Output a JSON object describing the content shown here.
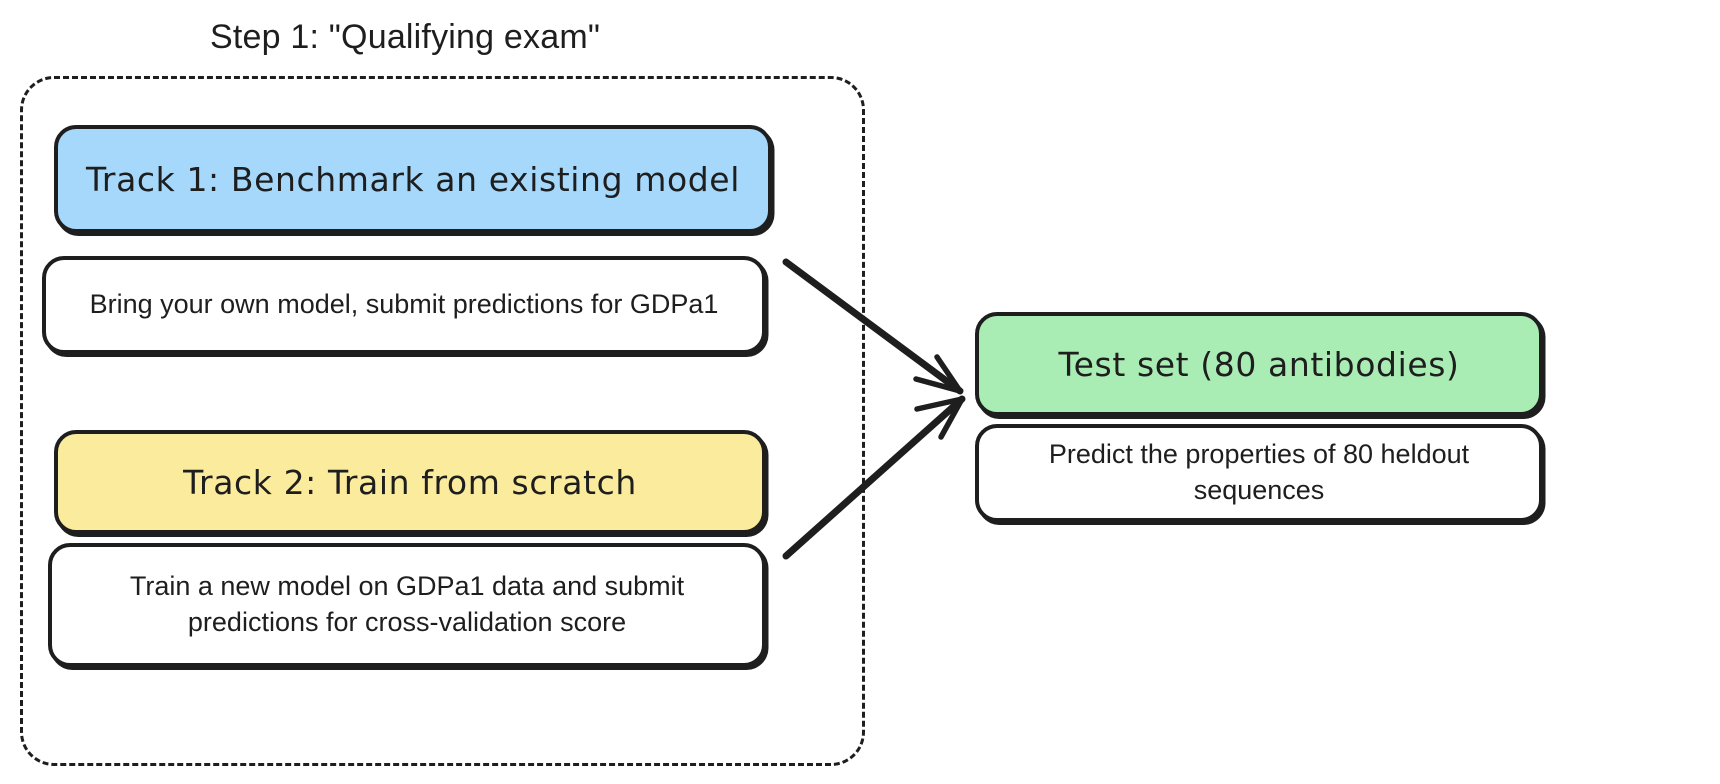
{
  "title": "Step 1: \"Qualifying exam\"",
  "group": {
    "name": "qualifying-exam-group",
    "border_style": "dashed",
    "border_color": "#1e1e1e"
  },
  "colors": {
    "track1_fill": "#a5d8fb",
    "track2_fill": "#fbeb9c",
    "testset_fill": "#aaedb4",
    "box_fill": "#ffffff",
    "stroke": "#1e1e1e",
    "background": "#ffffff"
  },
  "tracks": [
    {
      "id": "track-1",
      "header": "Track 1: Benchmark an existing model",
      "description": "Bring your own model, submit predictions for GDPa1",
      "fill": "#a5d8fb"
    },
    {
      "id": "track-2",
      "header": "Track 2: Train from scratch",
      "description": "Train a new model on GDPa1 data and submit predictions for cross-validation score",
      "fill": "#fbeb9c"
    }
  ],
  "testset": {
    "id": "test-set",
    "header": "Test set (80 antibodies)",
    "description": "Predict the properties of 80 heldout sequences",
    "fill": "#aaedb4"
  },
  "arrows": [
    {
      "id": "arrow-track1-to-testset",
      "from": "track-1",
      "to": "test-set"
    },
    {
      "id": "arrow-track2-to-testset",
      "from": "track-2",
      "to": "test-set"
    }
  ]
}
